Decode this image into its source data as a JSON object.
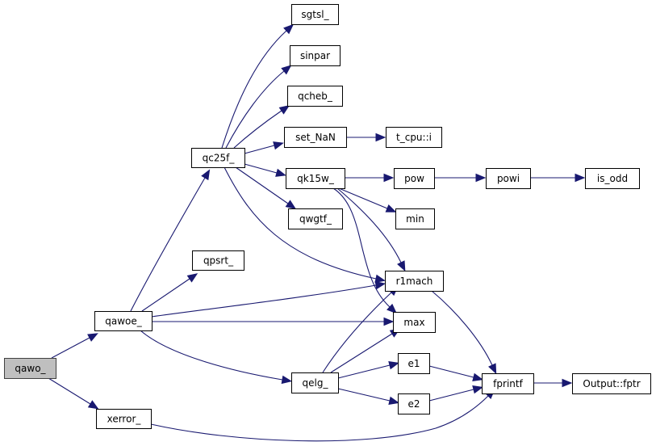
{
  "diagram": {
    "type": "call-graph",
    "root": "qawo_",
    "edge_color": "#191970",
    "root_fill": "#bfbfbf",
    "nodes": [
      {
        "id": "qawo_",
        "label": "qawo_"
      },
      {
        "id": "qawoe_",
        "label": "qawoe_"
      },
      {
        "id": "xerror_",
        "label": "xerror_"
      },
      {
        "id": "qc25f_",
        "label": "qc25f_"
      },
      {
        "id": "qpsrt_",
        "label": "qpsrt_"
      },
      {
        "id": "qelg_",
        "label": "qelg_"
      },
      {
        "id": "sgtsl_",
        "label": "sgtsl_"
      },
      {
        "id": "sinpar",
        "label": "sinpar"
      },
      {
        "id": "qcheb_",
        "label": "qcheb_"
      },
      {
        "id": "set_NaN",
        "label": "set_NaN"
      },
      {
        "id": "qk15w_",
        "label": "qk15w_"
      },
      {
        "id": "qwgtf_",
        "label": "qwgtf_"
      },
      {
        "id": "t_cpu::i",
        "label": "t_cpu::i"
      },
      {
        "id": "pow",
        "label": "pow"
      },
      {
        "id": "min",
        "label": "min"
      },
      {
        "id": "r1mach",
        "label": "r1mach"
      },
      {
        "id": "max",
        "label": "max"
      },
      {
        "id": "e1",
        "label": "e1"
      },
      {
        "id": "e2",
        "label": "e2"
      },
      {
        "id": "powi",
        "label": "powi"
      },
      {
        "id": "is_odd",
        "label": "is_odd"
      },
      {
        "id": "fprintf",
        "label": "fprintf"
      },
      {
        "id": "Output::fptr",
        "label": "Output::fptr"
      }
    ],
    "edges": [
      {
        "from": "qawo_",
        "to": "qawoe_"
      },
      {
        "from": "qawo_",
        "to": "xerror_"
      },
      {
        "from": "qawoe_",
        "to": "qc25f_"
      },
      {
        "from": "qawoe_",
        "to": "qpsrt_"
      },
      {
        "from": "qawoe_",
        "to": "r1mach"
      },
      {
        "from": "qawoe_",
        "to": "max"
      },
      {
        "from": "qawoe_",
        "to": "qelg_"
      },
      {
        "from": "qc25f_",
        "to": "sgtsl_"
      },
      {
        "from": "qc25f_",
        "to": "sinpar"
      },
      {
        "from": "qc25f_",
        "to": "qcheb_"
      },
      {
        "from": "qc25f_",
        "to": "set_NaN"
      },
      {
        "from": "qc25f_",
        "to": "qk15w_"
      },
      {
        "from": "qc25f_",
        "to": "qwgtf_"
      },
      {
        "from": "qc25f_",
        "to": "r1mach"
      },
      {
        "from": "set_NaN",
        "to": "t_cpu::i"
      },
      {
        "from": "qk15w_",
        "to": "pow"
      },
      {
        "from": "qk15w_",
        "to": "min"
      },
      {
        "from": "qk15w_",
        "to": "r1mach"
      },
      {
        "from": "qk15w_",
        "to": "max"
      },
      {
        "from": "pow",
        "to": "powi"
      },
      {
        "from": "powi",
        "to": "is_odd"
      },
      {
        "from": "qelg_",
        "to": "r1mach"
      },
      {
        "from": "qelg_",
        "to": "max"
      },
      {
        "from": "qelg_",
        "to": "e1"
      },
      {
        "from": "qelg_",
        "to": "e2"
      },
      {
        "from": "r1mach",
        "to": "fprintf"
      },
      {
        "from": "e1",
        "to": "fprintf"
      },
      {
        "from": "e2",
        "to": "fprintf"
      },
      {
        "from": "xerror_",
        "to": "fprintf"
      },
      {
        "from": "fprintf",
        "to": "Output::fptr"
      }
    ]
  }
}
